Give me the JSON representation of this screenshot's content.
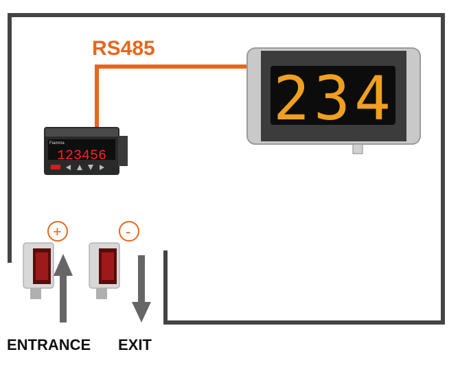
{
  "labels": {
    "bus": "RS485",
    "entrance": "ENTRANCE",
    "exit": "EXIT",
    "plus": "+",
    "minus": "-"
  },
  "panel_meter": {
    "brand": "Fiamma",
    "reading": "123456"
  },
  "large_display": {
    "reading": "234"
  },
  "colors": {
    "cable": "#e8661b",
    "boundary": "#444444",
    "arrow": "#666666",
    "display_digits": "#f0a020",
    "meter_digits": "#ff2020"
  },
  "icons": [
    "panel-meter-icon",
    "large-display-icon",
    "photoelectric-sensor-icon",
    "up-arrow-icon",
    "down-arrow-icon"
  ]
}
